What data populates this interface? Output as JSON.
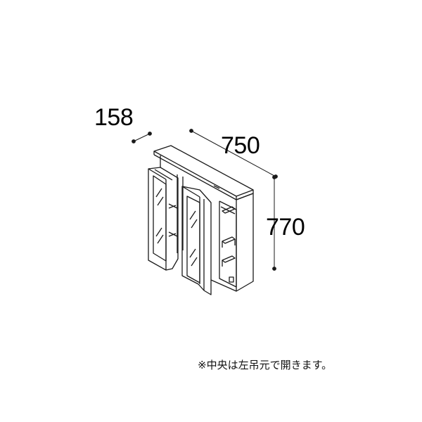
{
  "dimensions": {
    "depth": "158",
    "width": "750",
    "height": "770"
  },
  "note": "※中央は左吊元で開きます。",
  "colors": {
    "line": "#1a1a1a",
    "background": "#ffffff"
  }
}
